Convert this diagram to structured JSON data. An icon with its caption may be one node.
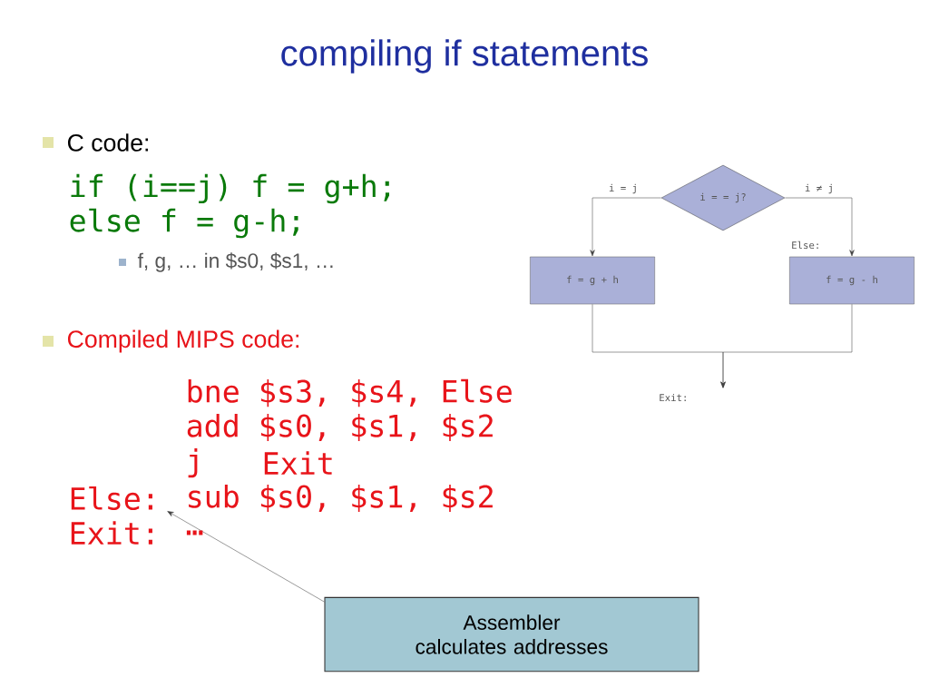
{
  "diagram": {
    "title": "compiling if statements",
    "nodes": [
      {
        "text": [
          "i = = j?"
        ]
      },
      {
        "text": [
          "f = g + h"
        ]
      },
      {
        "text": [
          "f = g - h"
        ],
        "beside": [
          "Else:"
        ]
      },
      {
        "text": [
          "Assembler calculates addresses"
        ]
      }
    ],
    "edges": [
      {
        "from": 0,
        "to": 1,
        "arrow": "to",
        "label": "i = j"
      },
      {
        "from": 0,
        "to": 2,
        "arrow": "to",
        "label": "i ≠ j"
      },
      {
        "from": 1,
        "to": null,
        "arrow": "to"
      },
      {
        "from": 2,
        "to": null,
        "arrow": "to"
      },
      {
        "from": 3,
        "to": null,
        "arrow": "to"
      }
    ],
    "labels": [
      "C code:",
      "if (i==j) f = g+h;",
      "else f = g-h;",
      "f, g, … in $s0, $s1, …",
      "Exit:",
      "Compiled MIPS code:",
      "bne $s3, $s4, Else",
      "add $s0, $s1, $s2",
      "j",
      "Exit",
      "Else:",
      "sub $s0, $s1, $s2",
      "Exit:",
      "…"
    ]
  }
}
